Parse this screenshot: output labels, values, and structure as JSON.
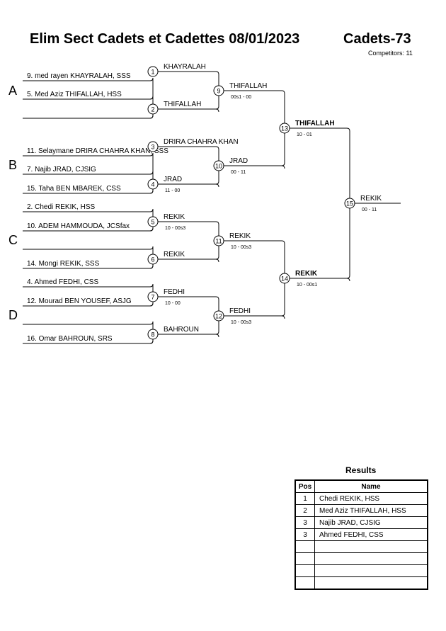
{
  "header": {
    "title": "Elim Sect Cadets et Cadettes  08/01/2023",
    "category": "Cadets-73",
    "competitors": "Competitors: 11"
  },
  "pools": [
    "A",
    "B",
    "C",
    "D"
  ],
  "round1_entries": [
    "9. med rayen KHAYRALAH, SSS",
    "5. Med Aziz THIFALLAH, HSS",
    "",
    "11. Selaymane DRIRA CHAHRA KHAN, SSS",
    "7. Najib JRAD, CJSIG",
    "15. Taha BEN MBAREK, CSS",
    "2. Chedi REKIK, HSS",
    "10. ADEM HAMMOUDA, JCSfax",
    "",
    "14. Mongi REKIK, SSS",
    "4. Ahmed FEDHI, CSS",
    "12. Mourad BEN YOUSEF, ASJG",
    "",
    "16. Omar BAHROUN, SRS"
  ],
  "matches": [
    {
      "num": "1",
      "winner": "KHAYRALAH",
      "score": ""
    },
    {
      "num": "2",
      "winner": "THIFALLAH",
      "score": ""
    },
    {
      "num": "3",
      "winner": "DRIRA CHAHRA KHAN",
      "score": ""
    },
    {
      "num": "4",
      "winner": "JRAD",
      "score": "11 - 00"
    },
    {
      "num": "5",
      "winner": "REKIK",
      "score": "10 - 00s3"
    },
    {
      "num": "6",
      "winner": "REKIK",
      "score": ""
    },
    {
      "num": "7",
      "winner": "FEDHI",
      "score": "10 - 00"
    },
    {
      "num": "8",
      "winner": "BAHROUN",
      "score": ""
    },
    {
      "num": "9",
      "winner": "THIFALLAH",
      "score": "00s1 - 00"
    },
    {
      "num": "10",
      "winner": "JRAD",
      "score": "00 - 11"
    },
    {
      "num": "11",
      "winner": "REKIK",
      "score": "10 - 00s3"
    },
    {
      "num": "12",
      "winner": "FEDHI",
      "score": "10 - 00s3"
    },
    {
      "num": "13",
      "winner": "THIFALLAH",
      "score": "10 - 01"
    },
    {
      "num": "14",
      "winner": "REKIK",
      "score": "10 - 00s1"
    },
    {
      "num": "15",
      "winner": "REKIK",
      "score": "00 - 11"
    }
  ],
  "results": {
    "title": "Results",
    "headers": {
      "pos": "Pos",
      "name": "Name"
    },
    "rows": [
      {
        "pos": "1",
        "name": "Chedi REKIK, HSS"
      },
      {
        "pos": "2",
        "name": "Med Aziz THIFALLAH, HSS"
      },
      {
        "pos": "3",
        "name": "Najib JRAD, CJSIG"
      },
      {
        "pos": "3",
        "name": "Ahmed FEDHI, CSS"
      },
      {
        "pos": "",
        "name": ""
      },
      {
        "pos": "",
        "name": ""
      },
      {
        "pos": "",
        "name": ""
      },
      {
        "pos": "",
        "name": ""
      }
    ]
  }
}
